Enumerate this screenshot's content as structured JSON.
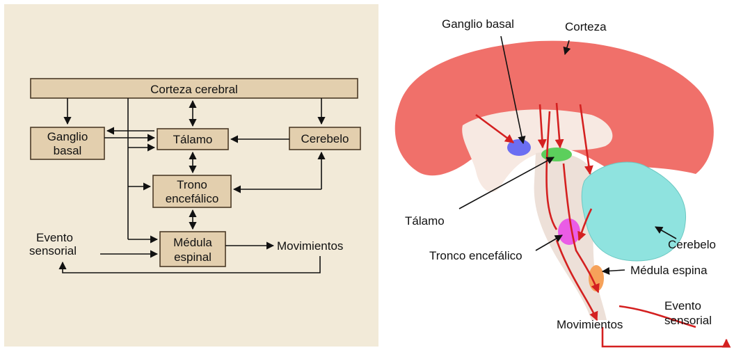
{
  "flowchart": {
    "corteza_cerebral": "Corteza cerebral",
    "ganglio_basal_line1": "Ganglio",
    "ganglio_basal_line2": "basal",
    "talamo": "Tálamo",
    "cerebelo": "Cerebelo",
    "tronco_line1": "Trono",
    "tronco_line2": "encefálico",
    "medula_line1": "Médula",
    "medula_line2": "espinal",
    "evento_line1": "Evento",
    "evento_line2": "sensorial",
    "movimientos": "Movimientos"
  },
  "brain": {
    "ganglio_basal": "Ganglio basal",
    "corteza": "Corteza",
    "talamo": "Tálamo",
    "tronco": "Tronco encefálico",
    "cerebelo": "Cerebelo",
    "medula": "Médula espina",
    "movimientos": "Movimientos",
    "evento_line1": "Evento",
    "evento_line2": "sensorial"
  },
  "colors": {
    "panel_bg": "#f2ead8",
    "box_fill": "#e3cfae",
    "cortex": "#f0706a",
    "cerebellum": "#8fe3df",
    "basal_ganglia": "#6b6ef2",
    "thalamus": "#5ccf5c",
    "brainstem": "#ea5ce6",
    "spinal_cord": "#f6a25a",
    "pathway": "#d42020"
  }
}
